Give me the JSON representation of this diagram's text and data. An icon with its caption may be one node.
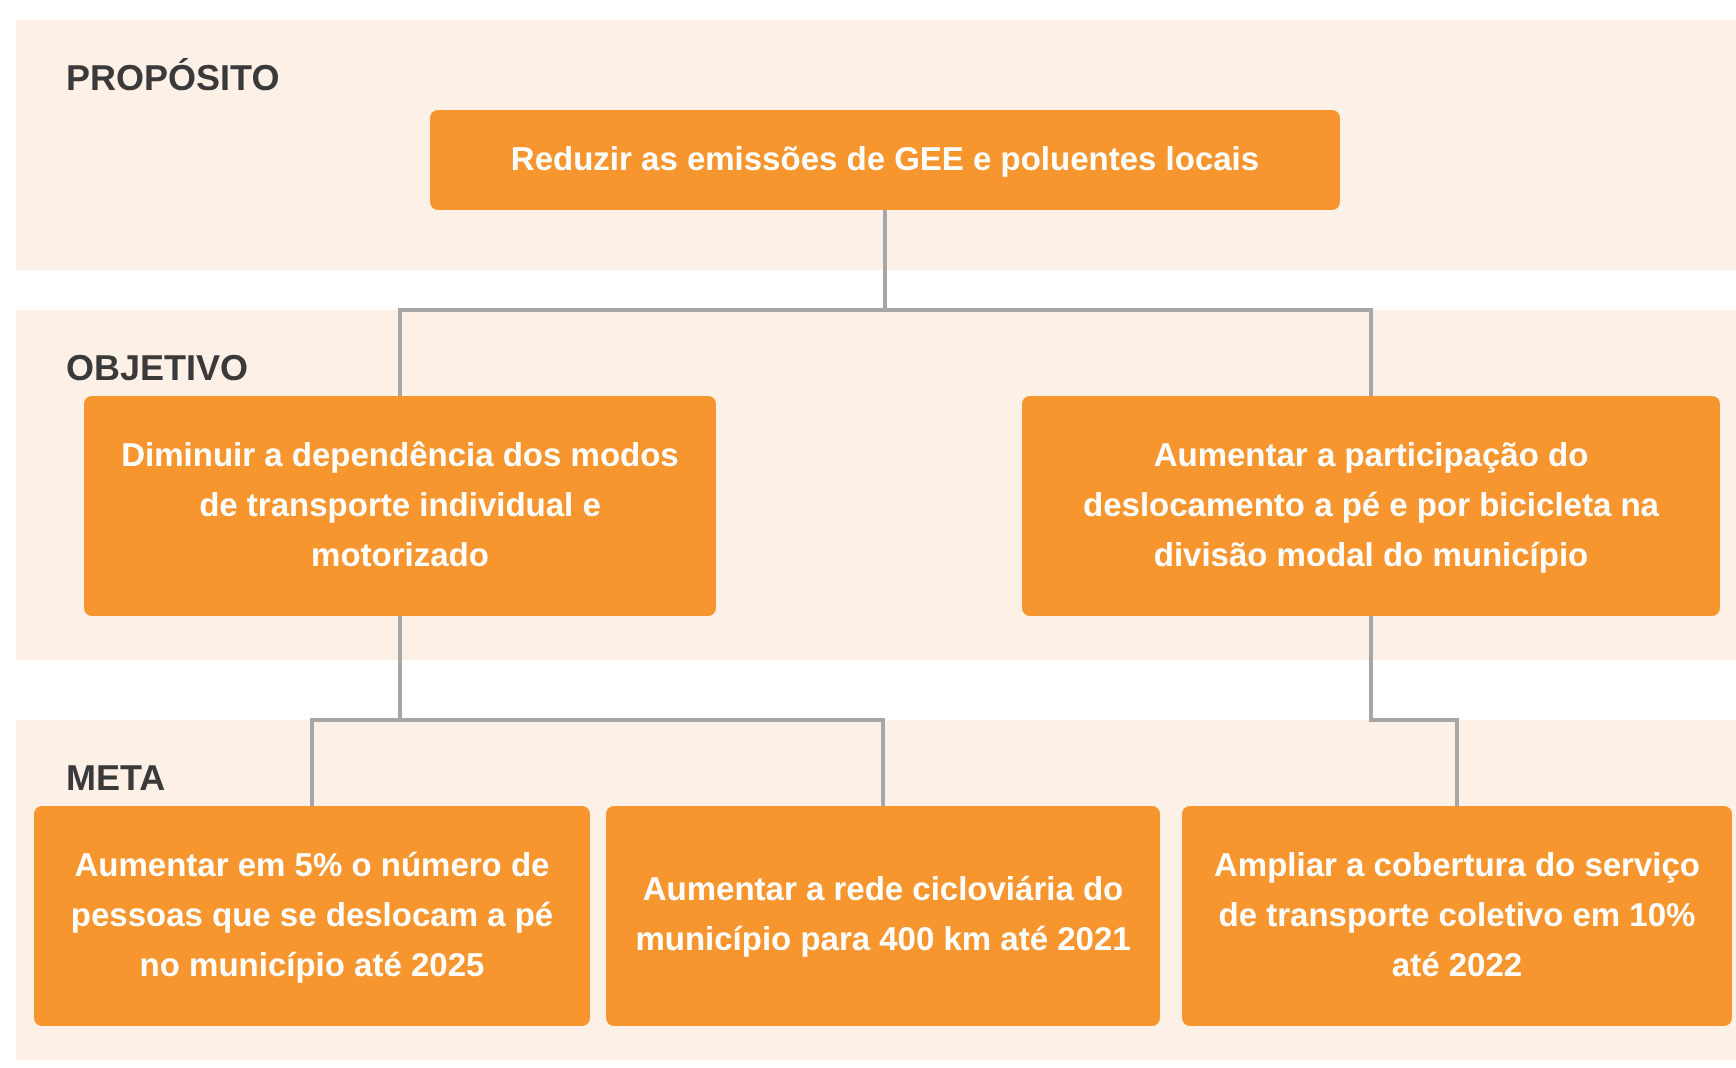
{
  "diagram": {
    "nodes": [
      {
        "text": [
          "PROPÓSITO"
        ]
      },
      {
        "text": [
          "Reduzir as emissões de GEE e poluentes locais"
        ],
        "in": 0
      },
      {
        "text": [
          "OBJETIVO"
        ]
      },
      {
        "text": [
          "Diminuir a dependência dos modos de transporte individual e motorizado"
        ],
        "in": 2
      },
      {
        "text": [
          "Aumentar a participação do deslocamento a pé e por bicicleta na divisão modal do município"
        ],
        "in": 2
      },
      {
        "text": [
          "META"
        ]
      },
      {
        "text": [
          "Aumentar em 5% o número de pessoas que se deslocam a pé no município até 2025"
        ],
        "in": 5
      },
      {
        "text": [
          "Aumentar a rede cicloviária do município para 400 km até 2021"
        ],
        "in": 5
      },
      {
        "text": [
          "Ampliar a cobertura do serviço de transporte coletivo em 10% até 2022"
        ],
        "in": 5
      }
    ],
    "edges": [
      {
        "from": 1,
        "to": 3,
        "arrow": "none"
      },
      {
        "from": 1,
        "to": 4,
        "arrow": "none"
      },
      {
        "from": 3,
        "to": 6,
        "arrow": "none"
      },
      {
        "from": 3,
        "to": 7,
        "arrow": "none"
      },
      {
        "from": 4,
        "to": 8,
        "arrow": "none"
      }
    ]
  }
}
